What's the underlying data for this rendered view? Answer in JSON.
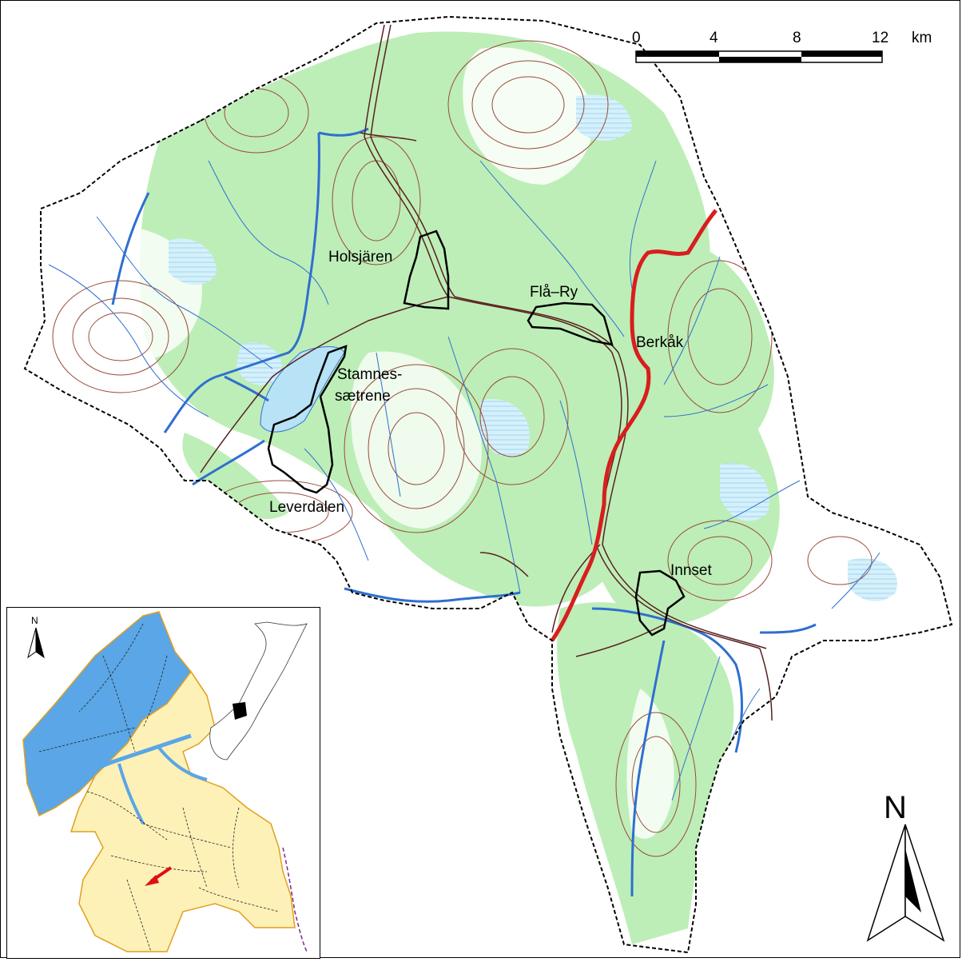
{
  "map": {
    "places": {
      "holsjaren": "Holsjären",
      "fla_ry": "Flå–Ry",
      "berkak": "Berkåk",
      "stamnes_line1": "Stamnes-",
      "stamnes_line2": "sætrene",
      "leverdalen": "Leverdalen",
      "innset": "Innset"
    },
    "scale_bar": {
      "ticks": [
        "0",
        "4",
        "8",
        "12"
      ],
      "unit": "km"
    },
    "north_label": "N",
    "colors": {
      "forest": "#bdeeb7",
      "water": "#b8e2f5",
      "river": "#2f6fd0",
      "road": "#d81e1e",
      "contour": "#9a4a3a",
      "boundary": "#000000"
    }
  },
  "inset": {
    "north_label": "N",
    "colors": {
      "sea_region": "#5aa6e6",
      "land_region": "#fdf1b8",
      "border": "#e0a020",
      "arrow": "#e01010",
      "national_border": "#7a2a8a"
    }
  }
}
